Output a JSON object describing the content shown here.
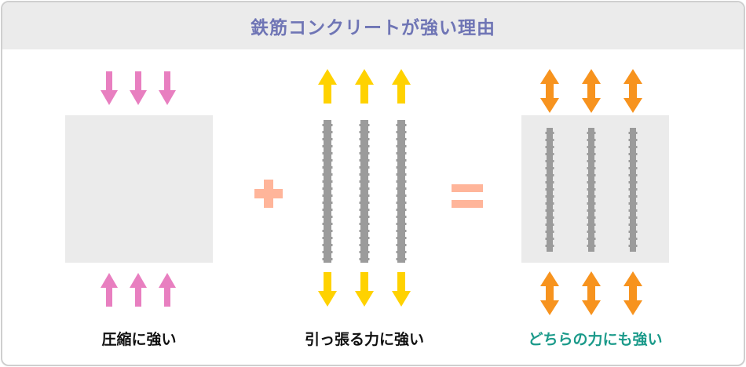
{
  "title": "鉄筋コンクリートが強い理由",
  "panels": [
    {
      "id": "concrete",
      "caption": "圧縮に強い"
    },
    {
      "id": "rebar",
      "caption": "引っ張る力に強い"
    },
    {
      "id": "reinforced-concrete",
      "caption": "どちらの力にも強い"
    }
  ],
  "operators": {
    "plus": "+",
    "equals": "="
  },
  "colors": {
    "title_text": "#6f75b5",
    "title_bar": "#ebebeb",
    "compression_arrow": "#e87fc0",
    "tension_arrow": "#ffd200",
    "both_arrow": "#f7931e",
    "operator": "#ffb59a",
    "concrete_block": "#ebebeb",
    "rebar": "#9b9b9b",
    "highlight_caption": "#1b9a8a",
    "caption": "#111111"
  },
  "icons": {
    "compression": "arrow-down-icon",
    "compression_bottom": "arrow-up-icon",
    "tension_top": "arrow-up-icon",
    "tension_bottom": "arrow-down-icon",
    "both": "double-arrow-icon"
  }
}
